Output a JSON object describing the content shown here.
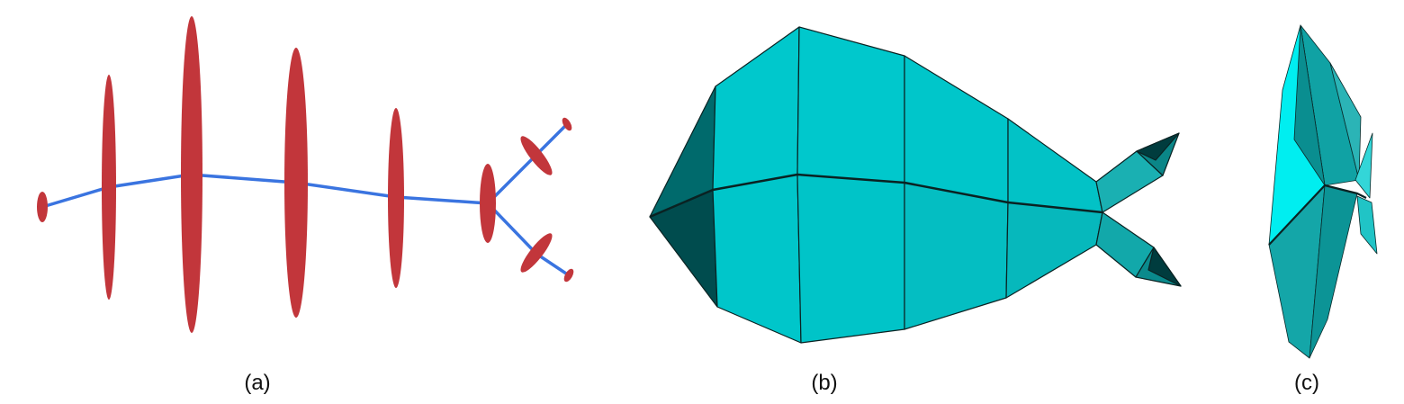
{
  "panels": [
    {
      "id": "a",
      "caption": "(a)"
    },
    {
      "id": "b",
      "caption": "(b)"
    },
    {
      "id": "c",
      "caption": "(c)"
    }
  ],
  "colors": {
    "skeleton_line": "#3a74e0",
    "ellipse_fill": "#c2363b",
    "mesh_light": "#00c8cc",
    "mesh_mid": "#12a6a8",
    "mesh_dark": "#005a5c",
    "mesh_bright": "#00eef0",
    "mesh_edge": "#0a2222"
  }
}
